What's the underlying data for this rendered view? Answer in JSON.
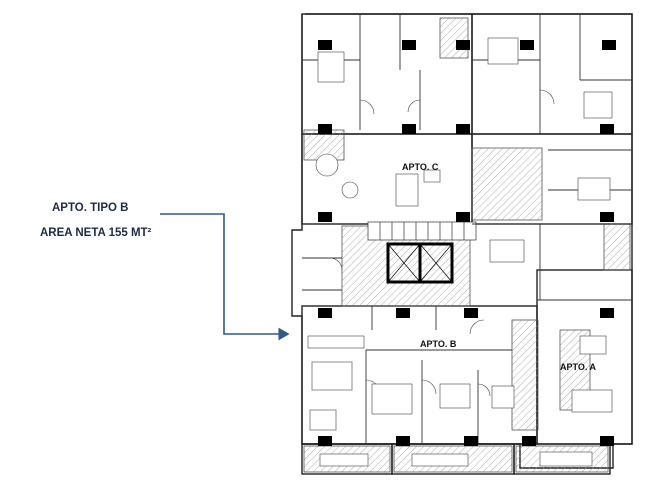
{
  "callout": {
    "title": "APTO. TIPO B",
    "area": "AREA NETA 155 MT²"
  },
  "plan": {
    "apartments": [
      {
        "key": "c",
        "label": "APTO. C"
      },
      {
        "key": "b",
        "label": "APTO. B"
      },
      {
        "key": "a",
        "label": "APTO. A"
      }
    ]
  },
  "colors": {
    "callout_text": "#1f2a44",
    "arrow": "#2e5a8a",
    "wall": "#222222",
    "hatch": "#9a9a9a",
    "column": "#000000"
  }
}
